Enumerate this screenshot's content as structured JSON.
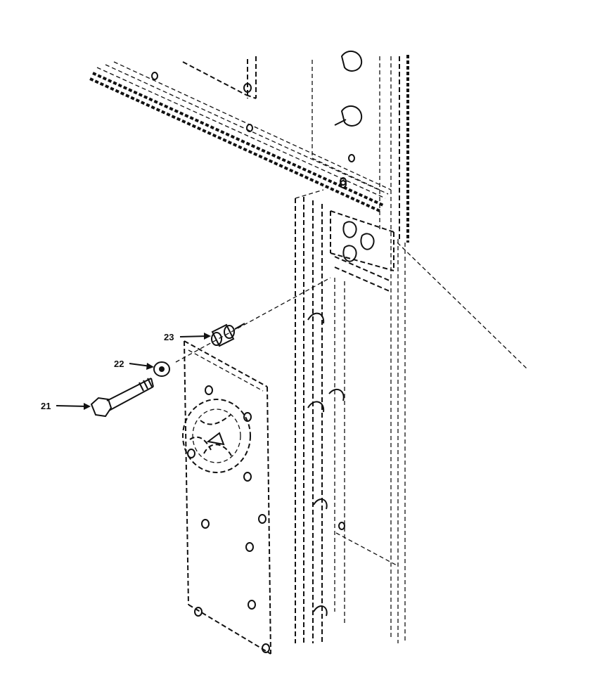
{
  "callouts": [
    {
      "id": "21",
      "label": "21"
    },
    {
      "id": "22",
      "label": "22"
    },
    {
      "id": "23",
      "label": "23"
    }
  ],
  "colors": {
    "ink": "#111111",
    "paper": "#ffffff"
  }
}
